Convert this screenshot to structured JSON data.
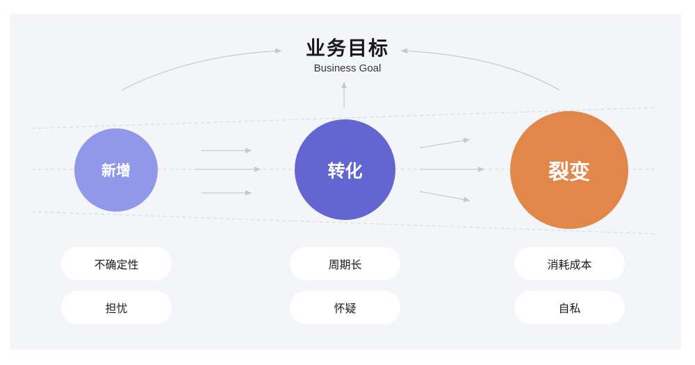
{
  "diagram": {
    "title": "业务目标",
    "subtitle": "Business Goal",
    "stages": [
      {
        "label": "新增",
        "color": "#9198ea",
        "items": [
          "不确定性",
          "担忧"
        ]
      },
      {
        "label": "转化",
        "color": "#6366d1",
        "items": [
          "周期长",
          "怀疑"
        ]
      },
      {
        "label": "裂变",
        "color": "#e2874a",
        "items": [
          "消耗成本",
          "自私"
        ]
      }
    ]
  }
}
